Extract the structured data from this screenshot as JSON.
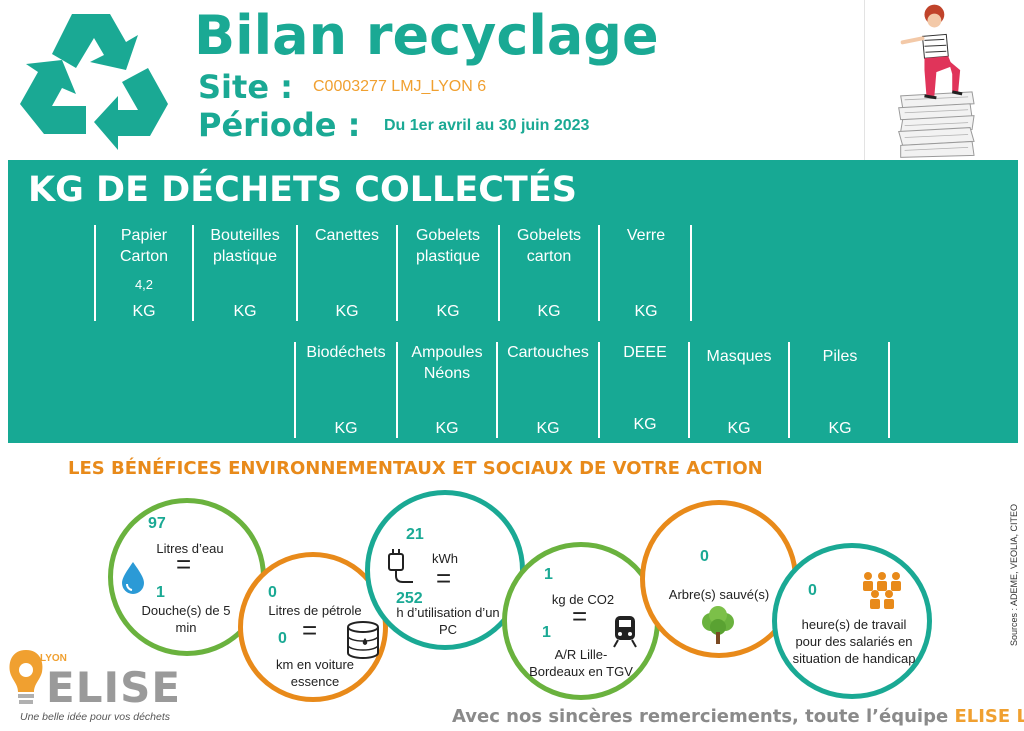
{
  "header": {
    "title": "Bilan recyclage",
    "site_label": "Site :",
    "site_value": "C0003277 LMJ_LYON 6",
    "period_label": "Période :",
    "period_value": "Du 1er avril au 30 juin 2023"
  },
  "collected": {
    "title": "KG DE DÉCHETS COLLECTÉS",
    "row1": [
      {
        "label": "Papier Carton",
        "value": "4,2",
        "unit": "KG"
      },
      {
        "label": "Bouteilles plastique",
        "value": "",
        "unit": "KG"
      },
      {
        "label": "Canettes",
        "value": "",
        "unit": "KG"
      },
      {
        "label": "Gobelets plastique",
        "value": "",
        "unit": "KG"
      },
      {
        "label": "Gobelets carton",
        "value": "",
        "unit": "KG"
      },
      {
        "label": "Verre",
        "value": "",
        "unit": "KG"
      }
    ],
    "row2": [
      {
        "label": "Biodéchets",
        "value": "",
        "unit": "KG"
      },
      {
        "label": "Ampoules Néons",
        "value": "",
        "unit": "KG"
      },
      {
        "label": "Cartouches",
        "value": "",
        "unit": "KG"
      },
      {
        "label": "DEEE",
        "value": "",
        "unit": "KG"
      },
      {
        "label": "Masques",
        "value": "",
        "unit": "KG"
      },
      {
        "label": "Piles",
        "value": "",
        "unit": "KG"
      }
    ]
  },
  "benefits": {
    "title": "LES BÉNÉFICES ENVIRONNEMENTAUX ET SOCIAUX DE VOTRE ACTION",
    "water": {
      "v1": "97",
      "t1": "Litres d’eau",
      "v2": "1",
      "t2": "Douche(s)  de 5 min"
    },
    "oil": {
      "v1": "0",
      "t1": "Litres de pétrole",
      "v2": "0",
      "t2": "km en voiture essence"
    },
    "energy": {
      "v1": "21",
      "t1": "kWh",
      "v2": "252",
      "t2": "h d’utilisation d’un PC"
    },
    "co2": {
      "v1": "1",
      "t1": "kg de CO2",
      "v2": "1",
      "t2": "A/R Lille-Bordeaux en TGV"
    },
    "trees": {
      "v1": "0",
      "t1": "Arbre(s) sauvé(s)"
    },
    "work": {
      "v1": "0",
      "t1": "heure(s) de travail pour des salariés en situation de handicap"
    }
  },
  "colors": {
    "green": "#17a994",
    "orange": "#e88a1a",
    "lime": "#6ab23e",
    "teal": "#1aa994"
  },
  "sources": "Sources : ADEME, VEOLIA, CITEO",
  "footer": {
    "logo_city": "LYON",
    "logo_name": "ELISE",
    "logo_tagline": "Une belle idée pour vos déchets",
    "thanks_text": "Avec nos sincères remerciements, toute l’équipe ",
    "thanks_brand": "ELISE Lyon"
  }
}
